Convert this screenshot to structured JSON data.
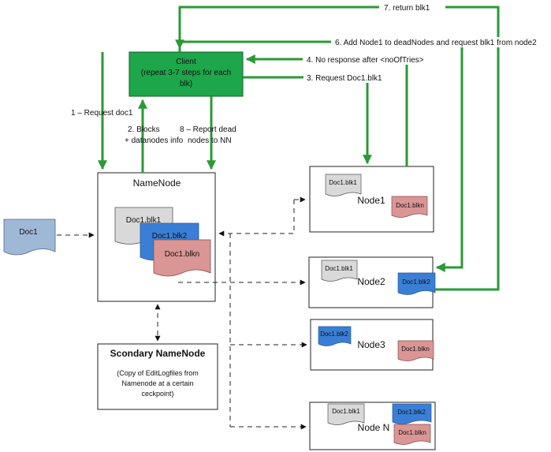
{
  "colors": {
    "client_fill": "#1ea64a",
    "green_arrow": "#2a9a36",
    "doc_gray": "#d9d9d9",
    "doc_blue": "#3a7fd5",
    "doc_pink": "#d99694",
    "doc_lightblue": "#9fb8d6"
  },
  "client": {
    "line1": "Client",
    "line2": "(repeat 3-7 steps for each",
    "line3": "blk)"
  },
  "namenode": {
    "title": "NameNode"
  },
  "secondary": {
    "title": "Scondary NameNode",
    "note1": "(Copy of EditLogfiles from",
    "note2": "Namenode at a certain",
    "note3": "ceckpoint)"
  },
  "input_doc": {
    "label": "Doc1"
  },
  "namenode_blocks": [
    "Doc1.blk1",
    "Doc1.blk2",
    "Doc1.blkn"
  ],
  "nodes": [
    {
      "name": "Node1",
      "blocks": [
        "Doc1.blk1",
        "Doc1.blkn"
      ]
    },
    {
      "name": "Node2",
      "blocks": [
        "Doc1.blk1",
        "Doc1.blk2"
      ]
    },
    {
      "name": "Node3",
      "blocks": [
        "Doc1.blk2",
        "Doc1.blkn"
      ]
    },
    {
      "name": "Node N",
      "blocks": [
        "Doc1.blk1",
        "Doc1.blk2",
        "Doc1.blkn"
      ]
    }
  ],
  "steps": {
    "s1": "1 – Request doc1",
    "s2_line1": "2. Blocks",
    "s2_line2": "+ datanodes info",
    "s3": "3. Request Doc1.blk1",
    "s4": "4. No response after <noOfTries>",
    "s6": "6. Add Node1 to deadNodes and request blk1 from node2",
    "s7": "7. return blk1",
    "s8_line1": "8 – Report dead",
    "s8_line2": "nodes to NN"
  }
}
